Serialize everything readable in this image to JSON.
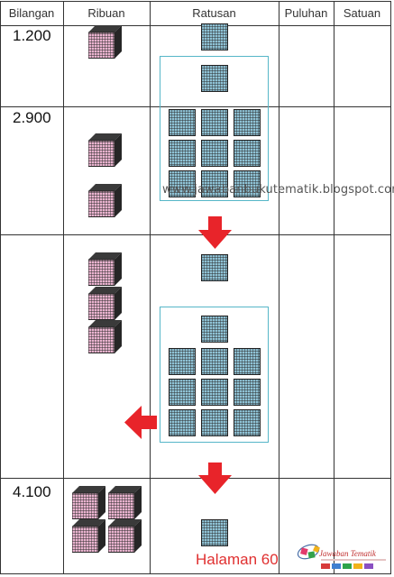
{
  "columns": [
    "Bilangan",
    "Ribuan",
    "Ratusan",
    "Puluhan",
    "Satuan"
  ],
  "rows": [
    {
      "bilangan": "1.200"
    },
    {
      "bilangan": "2.900"
    },
    {
      "bilangan": ""
    },
    {
      "bilangan": "4.100"
    }
  ],
  "watermark": "www.jawabanbukutematik.blogspot.com",
  "footer": "Halaman 60",
  "logo_text": "Jawaban Tematik",
  "colors": {
    "thousand_cube": "#e9b3cf",
    "hundred_flat": "#8fc3d6",
    "frame": "#56b6c8",
    "arrow": "#e8242a"
  },
  "icons": [
    "thousand-cube-icon",
    "hundred-flat-icon",
    "arrow-down-icon",
    "arrow-left-icon"
  ]
}
